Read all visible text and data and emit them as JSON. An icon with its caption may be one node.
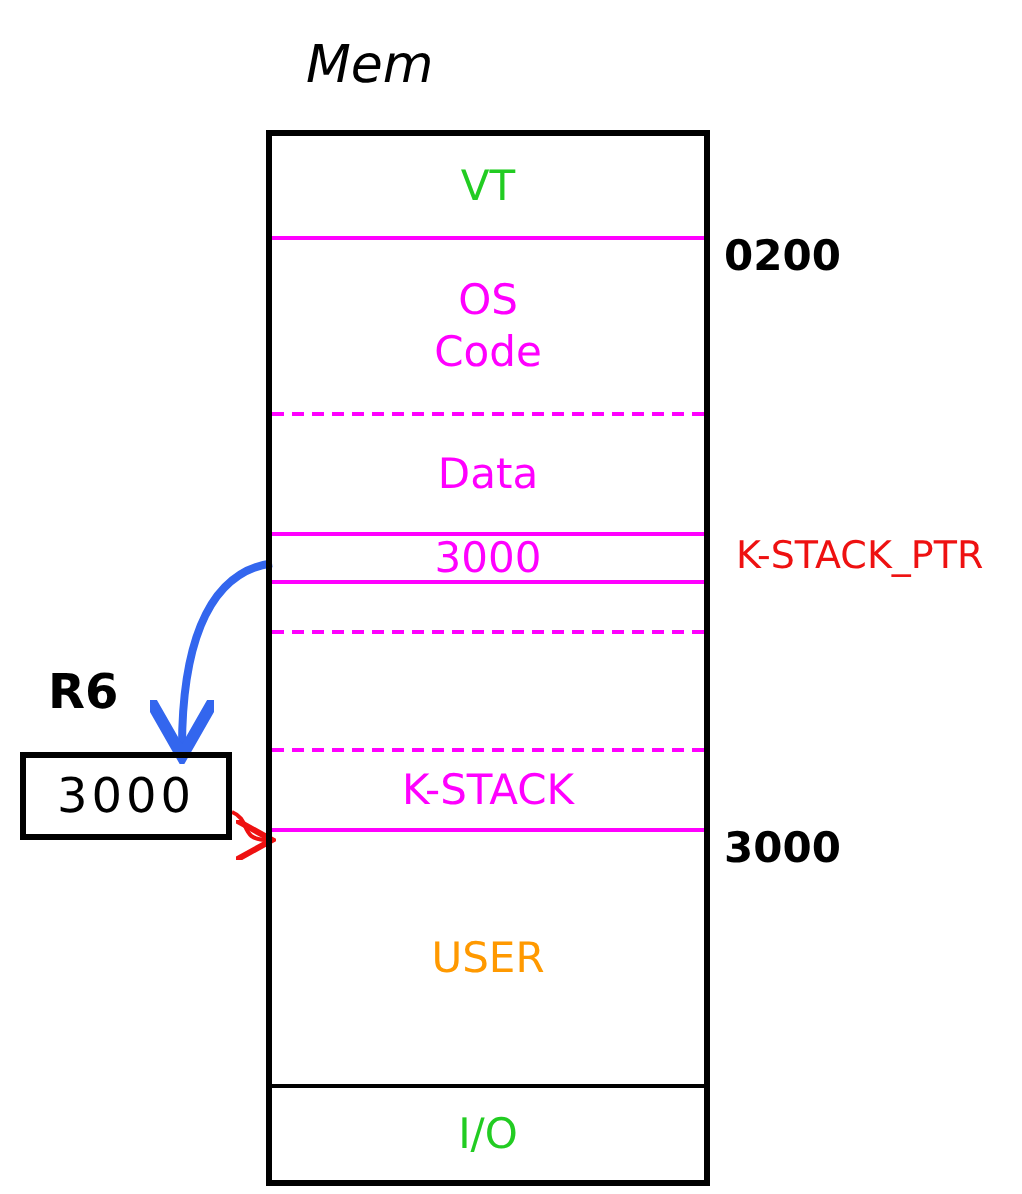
{
  "diagram": {
    "nodes": [
      {
        "text": [
          "Mem"
        ]
      },
      {
        "text": [
          "VT"
        ],
        "in": 0
      },
      {
        "text": [
          "OS Code"
        ],
        "in": 0
      },
      {
        "text": [
          "Data"
        ],
        "in": 0
      },
      {
        "text": [
          "3000"
        ],
        "in": 0,
        "beside": [
          "K-STACK_PTR"
        ]
      },
      {
        "text": [
          "K-STACK"
        ],
        "in": 0
      },
      {
        "text": [
          "USER"
        ],
        "in": 0
      },
      {
        "text": [
          "I/O"
        ],
        "in": 0
      },
      {
        "text": [
          "R6",
          "3000"
        ]
      }
    ],
    "edges": [
      {
        "from": 4,
        "to": 8,
        "arrow": "to",
        "style": "thick",
        "color": "#3366ee"
      },
      {
        "from": 8,
        "to": 6,
        "arrow": "to",
        "color": "#ee1111"
      }
    ],
    "labels": [
      "0200",
      "3000"
    ]
  }
}
